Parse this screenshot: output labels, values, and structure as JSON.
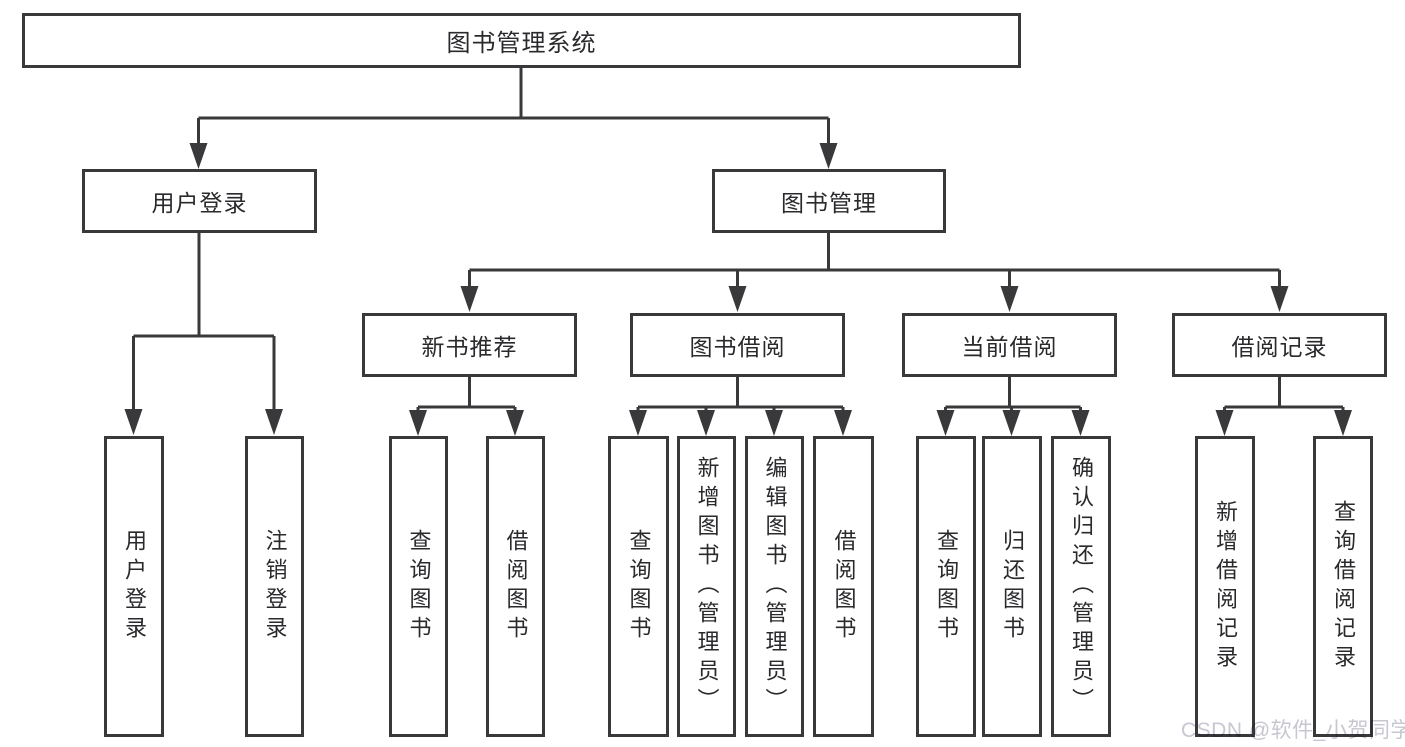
{
  "page": {
    "watermark": "CSDN @软件_小贺同学",
    "colors": {
      "line": "#39393b",
      "text": "#2a2a2d",
      "box_background": "#ffffff",
      "watermark_text": "#c7c7d1"
    }
  },
  "tree": {
    "label": "图书管理系统",
    "children": [
      {
        "label": "用户登录",
        "children": [
          {
            "label": "用户登录"
          },
          {
            "label": "注销登录"
          }
        ]
      },
      {
        "label": "图书管理",
        "children": [
          {
            "label": "新书推荐",
            "children": [
              {
                "label": "查询图书"
              },
              {
                "label": "借阅图书"
              }
            ]
          },
          {
            "label": "图书借阅",
            "children": [
              {
                "label": "查询图书"
              },
              {
                "label": "新增图书（管理员）"
              },
              {
                "label": "编辑图书（管理员）"
              },
              {
                "label": "借阅图书"
              }
            ]
          },
          {
            "label": "当前借阅",
            "children": [
              {
                "label": "查询图书"
              },
              {
                "label": "归还图书"
              },
              {
                "label": "确认归还（管理员）"
              }
            ]
          },
          {
            "label": "借阅记录",
            "children": [
              {
                "label": "新增借阅记录"
              },
              {
                "label": "查询借阅记录"
              }
            ]
          }
        ]
      }
    ]
  }
}
